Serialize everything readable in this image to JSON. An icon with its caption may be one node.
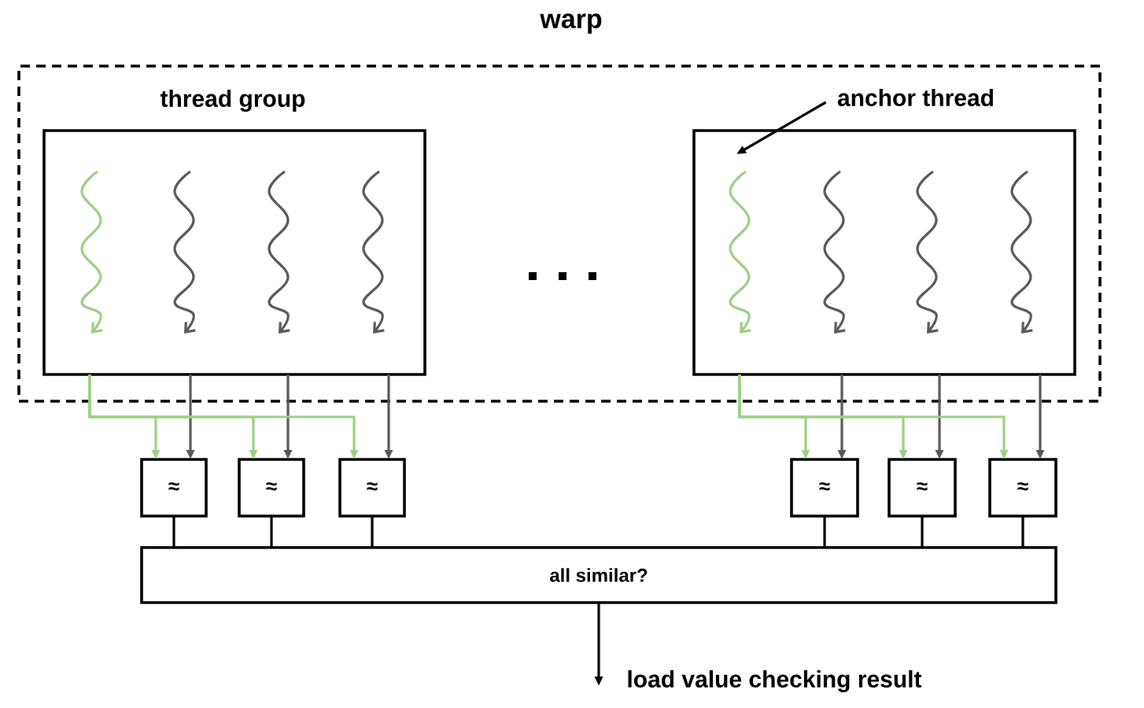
{
  "diagram": {
    "nodes": [
      {
        "text": [
          "warp"
        ]
      },
      {
        "text": [
          "thread group"
        ],
        "in": 0
      },
      {
        "text": [],
        "shape": "box",
        "in": 0
      },
      {
        "text": [
          "anchor thread"
        ],
        "in": 0
      },
      {
        "text": [
          "≈"
        ]
      },
      {
        "text": [
          "≈"
        ]
      },
      {
        "text": [
          "≈"
        ]
      },
      {
        "text": [
          "≈"
        ]
      },
      {
        "text": [
          "≈"
        ]
      },
      {
        "text": [
          "≈"
        ]
      },
      {
        "text": [
          "all similar?"
        ]
      },
      {
        "text": [
          "load value checking result"
        ]
      }
    ],
    "edges": [
      {
        "from": 1,
        "to": 4,
        "arrow": "to",
        "color": "#9dcf85"
      },
      {
        "from": 1,
        "to": 4,
        "arrow": "to",
        "color": "#595959"
      },
      {
        "from": 1,
        "to": 5,
        "arrow": "to",
        "color": "#9dcf85"
      },
      {
        "from": 1,
        "to": 5,
        "arrow": "to",
        "color": "#595959"
      },
      {
        "from": 1,
        "to": 6,
        "arrow": "to",
        "color": "#9dcf85"
      },
      {
        "from": 1,
        "to": 6,
        "arrow": "to",
        "color": "#595959"
      },
      {
        "from": 2,
        "to": 7,
        "arrow": "to",
        "color": "#9dcf85"
      },
      {
        "from": 2,
        "to": 7,
        "arrow": "to",
        "color": "#595959"
      },
      {
        "from": 2,
        "to": 8,
        "arrow": "to",
        "color": "#9dcf85"
      },
      {
        "from": 2,
        "to": 8,
        "arrow": "to",
        "color": "#595959"
      },
      {
        "from": 2,
        "to": 9,
        "arrow": "to",
        "color": "#9dcf85"
      },
      {
        "from": 2,
        "to": 9,
        "arrow": "to",
        "color": "#595959"
      },
      {
        "from": 3,
        "to": 2,
        "arrow": "to"
      },
      {
        "from": 4,
        "to": 10,
        "arrow": "none"
      },
      {
        "from": 5,
        "to": 10,
        "arrow": "none"
      },
      {
        "from": 6,
        "to": 10,
        "arrow": "none"
      },
      {
        "from": 7,
        "to": 10,
        "arrow": "none"
      },
      {
        "from": 8,
        "to": 10,
        "arrow": "none"
      },
      {
        "from": 9,
        "to": 10,
        "arrow": "none"
      },
      {
        "from": 10,
        "to": 11,
        "arrow": "to"
      }
    ]
  }
}
